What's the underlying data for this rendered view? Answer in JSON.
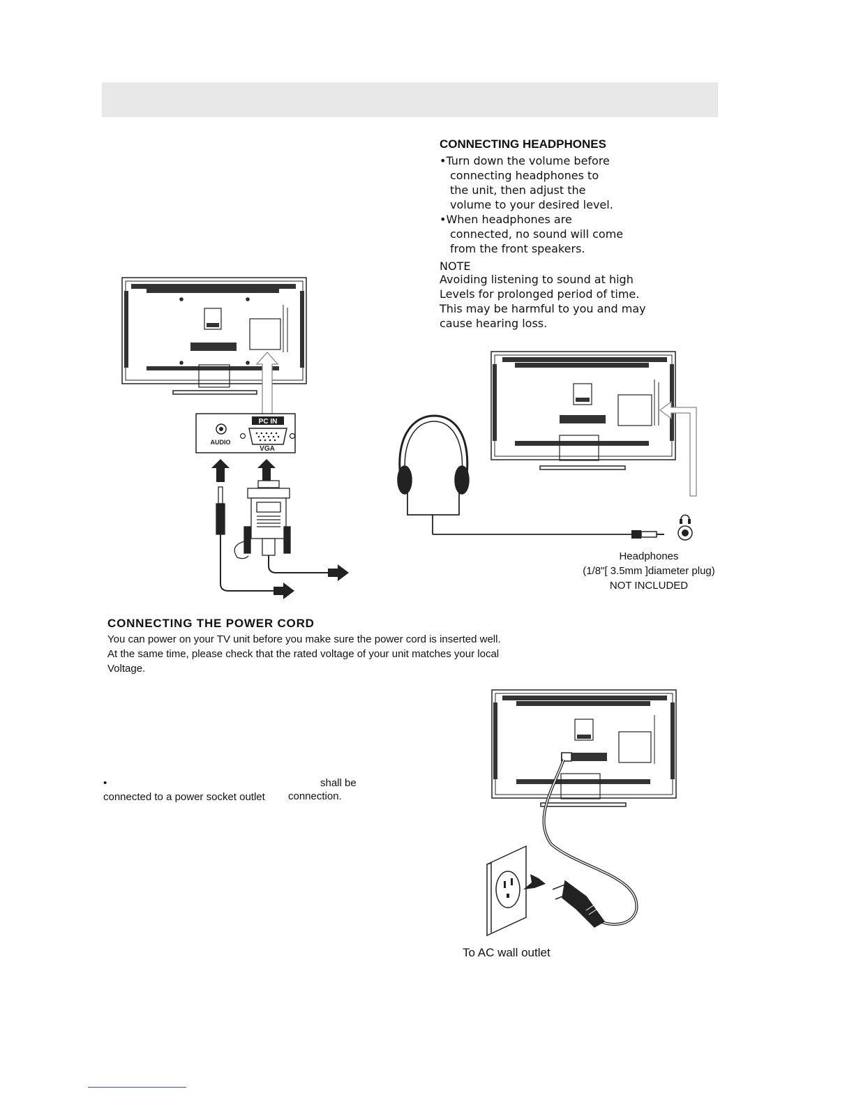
{
  "headphones_section": {
    "title": "CONNECTING HEADPHONES",
    "bullets": [
      {
        "lines": [
          "•Turn down the volume before",
          "connecting headphones to",
          "the unit, then adjust the",
          "volume to your desired level."
        ]
      },
      {
        "lines": [
          "•When headphones are",
          "connected, no sound will come",
          "from the front speakers."
        ]
      }
    ],
    "note_title": "NOTE",
    "note_lines": [
      "Avoiding listening to sound at high",
      "Levels for prolonged period of time.",
      "This may be harmful to you and may",
      "cause hearing loss."
    ]
  },
  "pc_diagram": {
    "pc_in_label": "PC IN",
    "audio_label": "AUDIO",
    "vga_label": "VGA"
  },
  "headphones_caption": {
    "line1": "Headphones",
    "line2": "(1/8\"[ 3.5mm ]diameter plug)",
    "line3": "NOT INCLUDED"
  },
  "power_section": {
    "title": "CONNECTING  THE POWER CORD",
    "lines": [
      "You can power on your TV unit before you make sure the power cord is inserted well.",
      "At the same time, please check that the rated voltage of your unit matches your local",
      "Voltage."
    ],
    "bullet_mark": "•",
    "shall_be": "shall be",
    "socket_line": "connected to a power socket outlet",
    "connection_word": "connection.",
    "outlet_caption": "To  AC  wall  outlet"
  },
  "icons": [
    "headphone-jack-icon"
  ]
}
